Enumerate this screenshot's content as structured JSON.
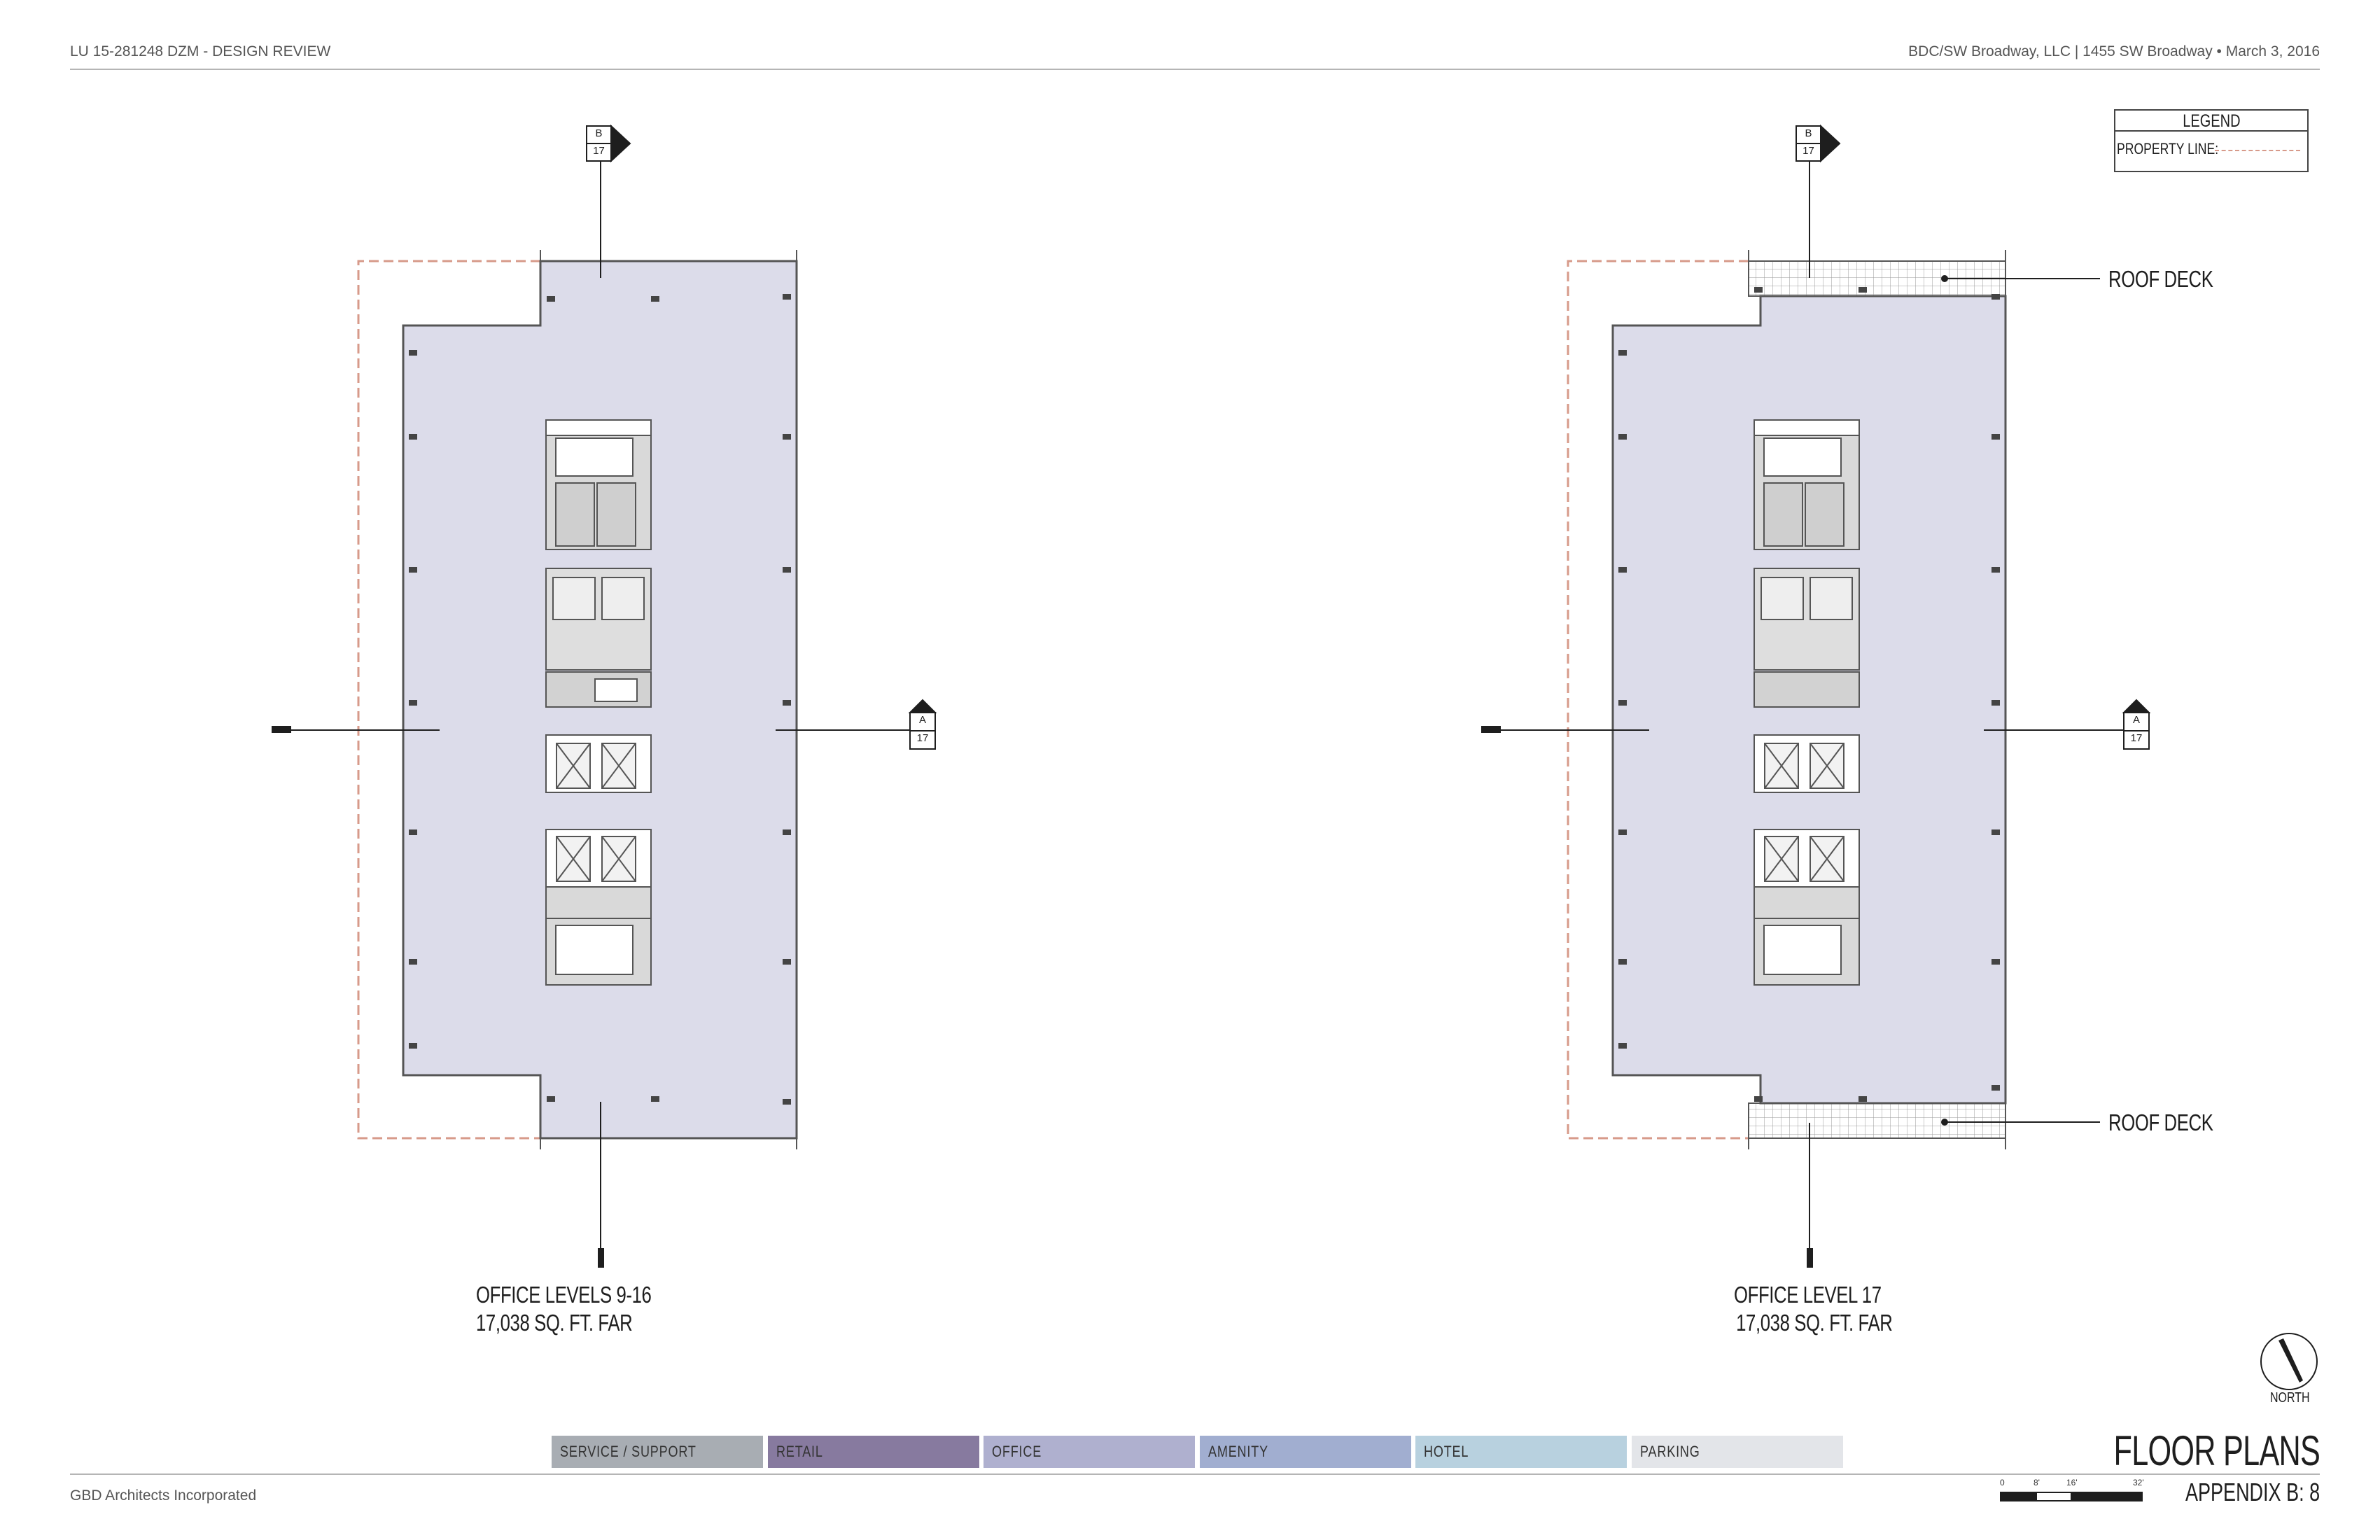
{
  "header": {
    "left": "LU 15-281248 DZM - DESIGN REVIEW",
    "right": "BDC/SW Broadway, LLC | 1455 SW Broadway •   March 3, 2016"
  },
  "footer": {
    "firm": "GBD Architects Incorporated"
  },
  "legend": {
    "title": "LEGEND",
    "property_line_label": "PROPERTY LINE:"
  },
  "plans": [
    {
      "title_line1": "OFFICE LEVELS 9-16",
      "title_line2": "17,038 SQ. FT. FAR",
      "section_top": {
        "letter": "B",
        "number": "17"
      },
      "section_right": {
        "letter": "A",
        "number": "17"
      }
    },
    {
      "title_line1": "OFFICE LEVEL 17",
      "title_line2": "17,038 SQ. FT. FAR",
      "section_top": {
        "letter": "B",
        "number": "17"
      },
      "section_right": {
        "letter": "A",
        "number": "17"
      },
      "callouts": [
        "ROOF DECK",
        "ROOF DECK"
      ]
    }
  ],
  "color_key": [
    {
      "label": "SERVICE / SUPPORT",
      "color": "#a8adb3"
    },
    {
      "label": "RETAIL",
      "color": "#877a9f"
    },
    {
      "label": "OFFICE",
      "color": "#afb0cf"
    },
    {
      "label": "AMENITY",
      "color": "#a1aed0"
    },
    {
      "label": "HOTEL",
      "color": "#b8d1df"
    },
    {
      "label": "PARKING",
      "color": "#e3e5e9"
    }
  ],
  "sheet": {
    "title": "FLOOR PLANS",
    "subtitle": "APPENDIX B:  8"
  },
  "north": {
    "label": "NORTH"
  },
  "scale": {
    "ticks": [
      "0",
      "8'",
      "16'",
      "32'"
    ]
  },
  "colors": {
    "office_fill": "#dcdcea",
    "property_line": "#d79a8a",
    "core_fill": "#d9d9d9",
    "wall": "#555555"
  }
}
